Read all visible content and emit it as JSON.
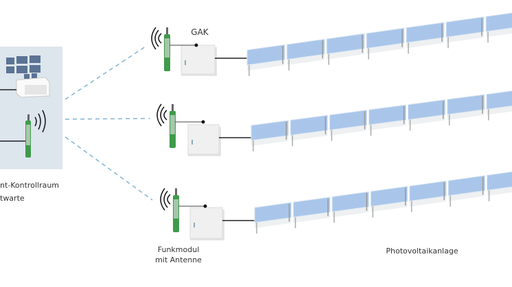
{
  "control_room": {
    "label_line1": "nt-Kontrollraum",
    "label_line2": "twarte"
  },
  "stations": [
    {
      "label_top": "GAK"
    },
    {
      "label_top": ""
    },
    {
      "label_top": ""
    }
  ],
  "radio_module": {
    "label_line1": "Funkmodul",
    "label_line2": "mit Antenne"
  },
  "pv_plant": {
    "label": "Photovoltaikanlage"
  },
  "colors": {
    "control_room_bg": "#dde5ed",
    "dashed_link": "#7fb3d5",
    "panel_blue": "#a9c6ea",
    "module_green": "#3f9a4a",
    "cabinet": "#f0f0f0"
  }
}
